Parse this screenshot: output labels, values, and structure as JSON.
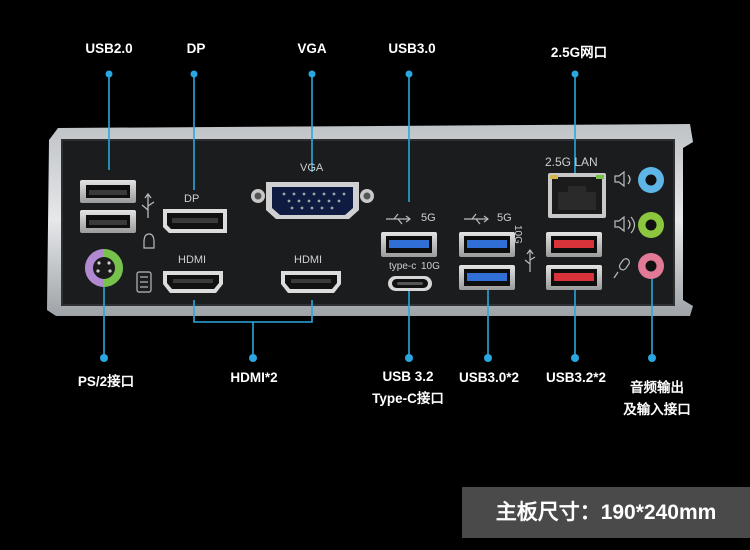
{
  "labels": {
    "usb20": "USB2.0",
    "dp": "DP",
    "vga": "VGA",
    "usb30": "USB3.0",
    "lan": "2.5G网口",
    "ps2": "PS/2接口",
    "hdmi2": "HDMI*2",
    "usb32c_line1": "USB 3.2",
    "usb32c_line2": "Type-C接口",
    "usb30x2": "USB3.0*2",
    "usb32x2": "USB3.2*2",
    "audio_line1": "音频输出",
    "audio_line2": "及输入接口"
  },
  "panel": {
    "vga": "VGA",
    "dp": "DP",
    "hdmi_a": "HDMI",
    "hdmi_b": "HDMI",
    "speed_5g_a": "5G",
    "speed_5g_b": "5G",
    "typec": "type-c",
    "speed_10g_a": "10G",
    "speed_10g_b": "10G",
    "lan": "2.5G LAN"
  },
  "footer": "主板尺寸：190*240mm",
  "colors": {
    "leader": "#2aa7e0",
    "usb3_blue": "#2f6fd6",
    "usb32_red": "#d8333b",
    "audio_blue": "#5fb6e6",
    "audio_green": "#8cc63e",
    "audio_pink": "#e07a96",
    "ps2_purple": "#b089d0",
    "ps2_green": "#76c24a"
  }
}
